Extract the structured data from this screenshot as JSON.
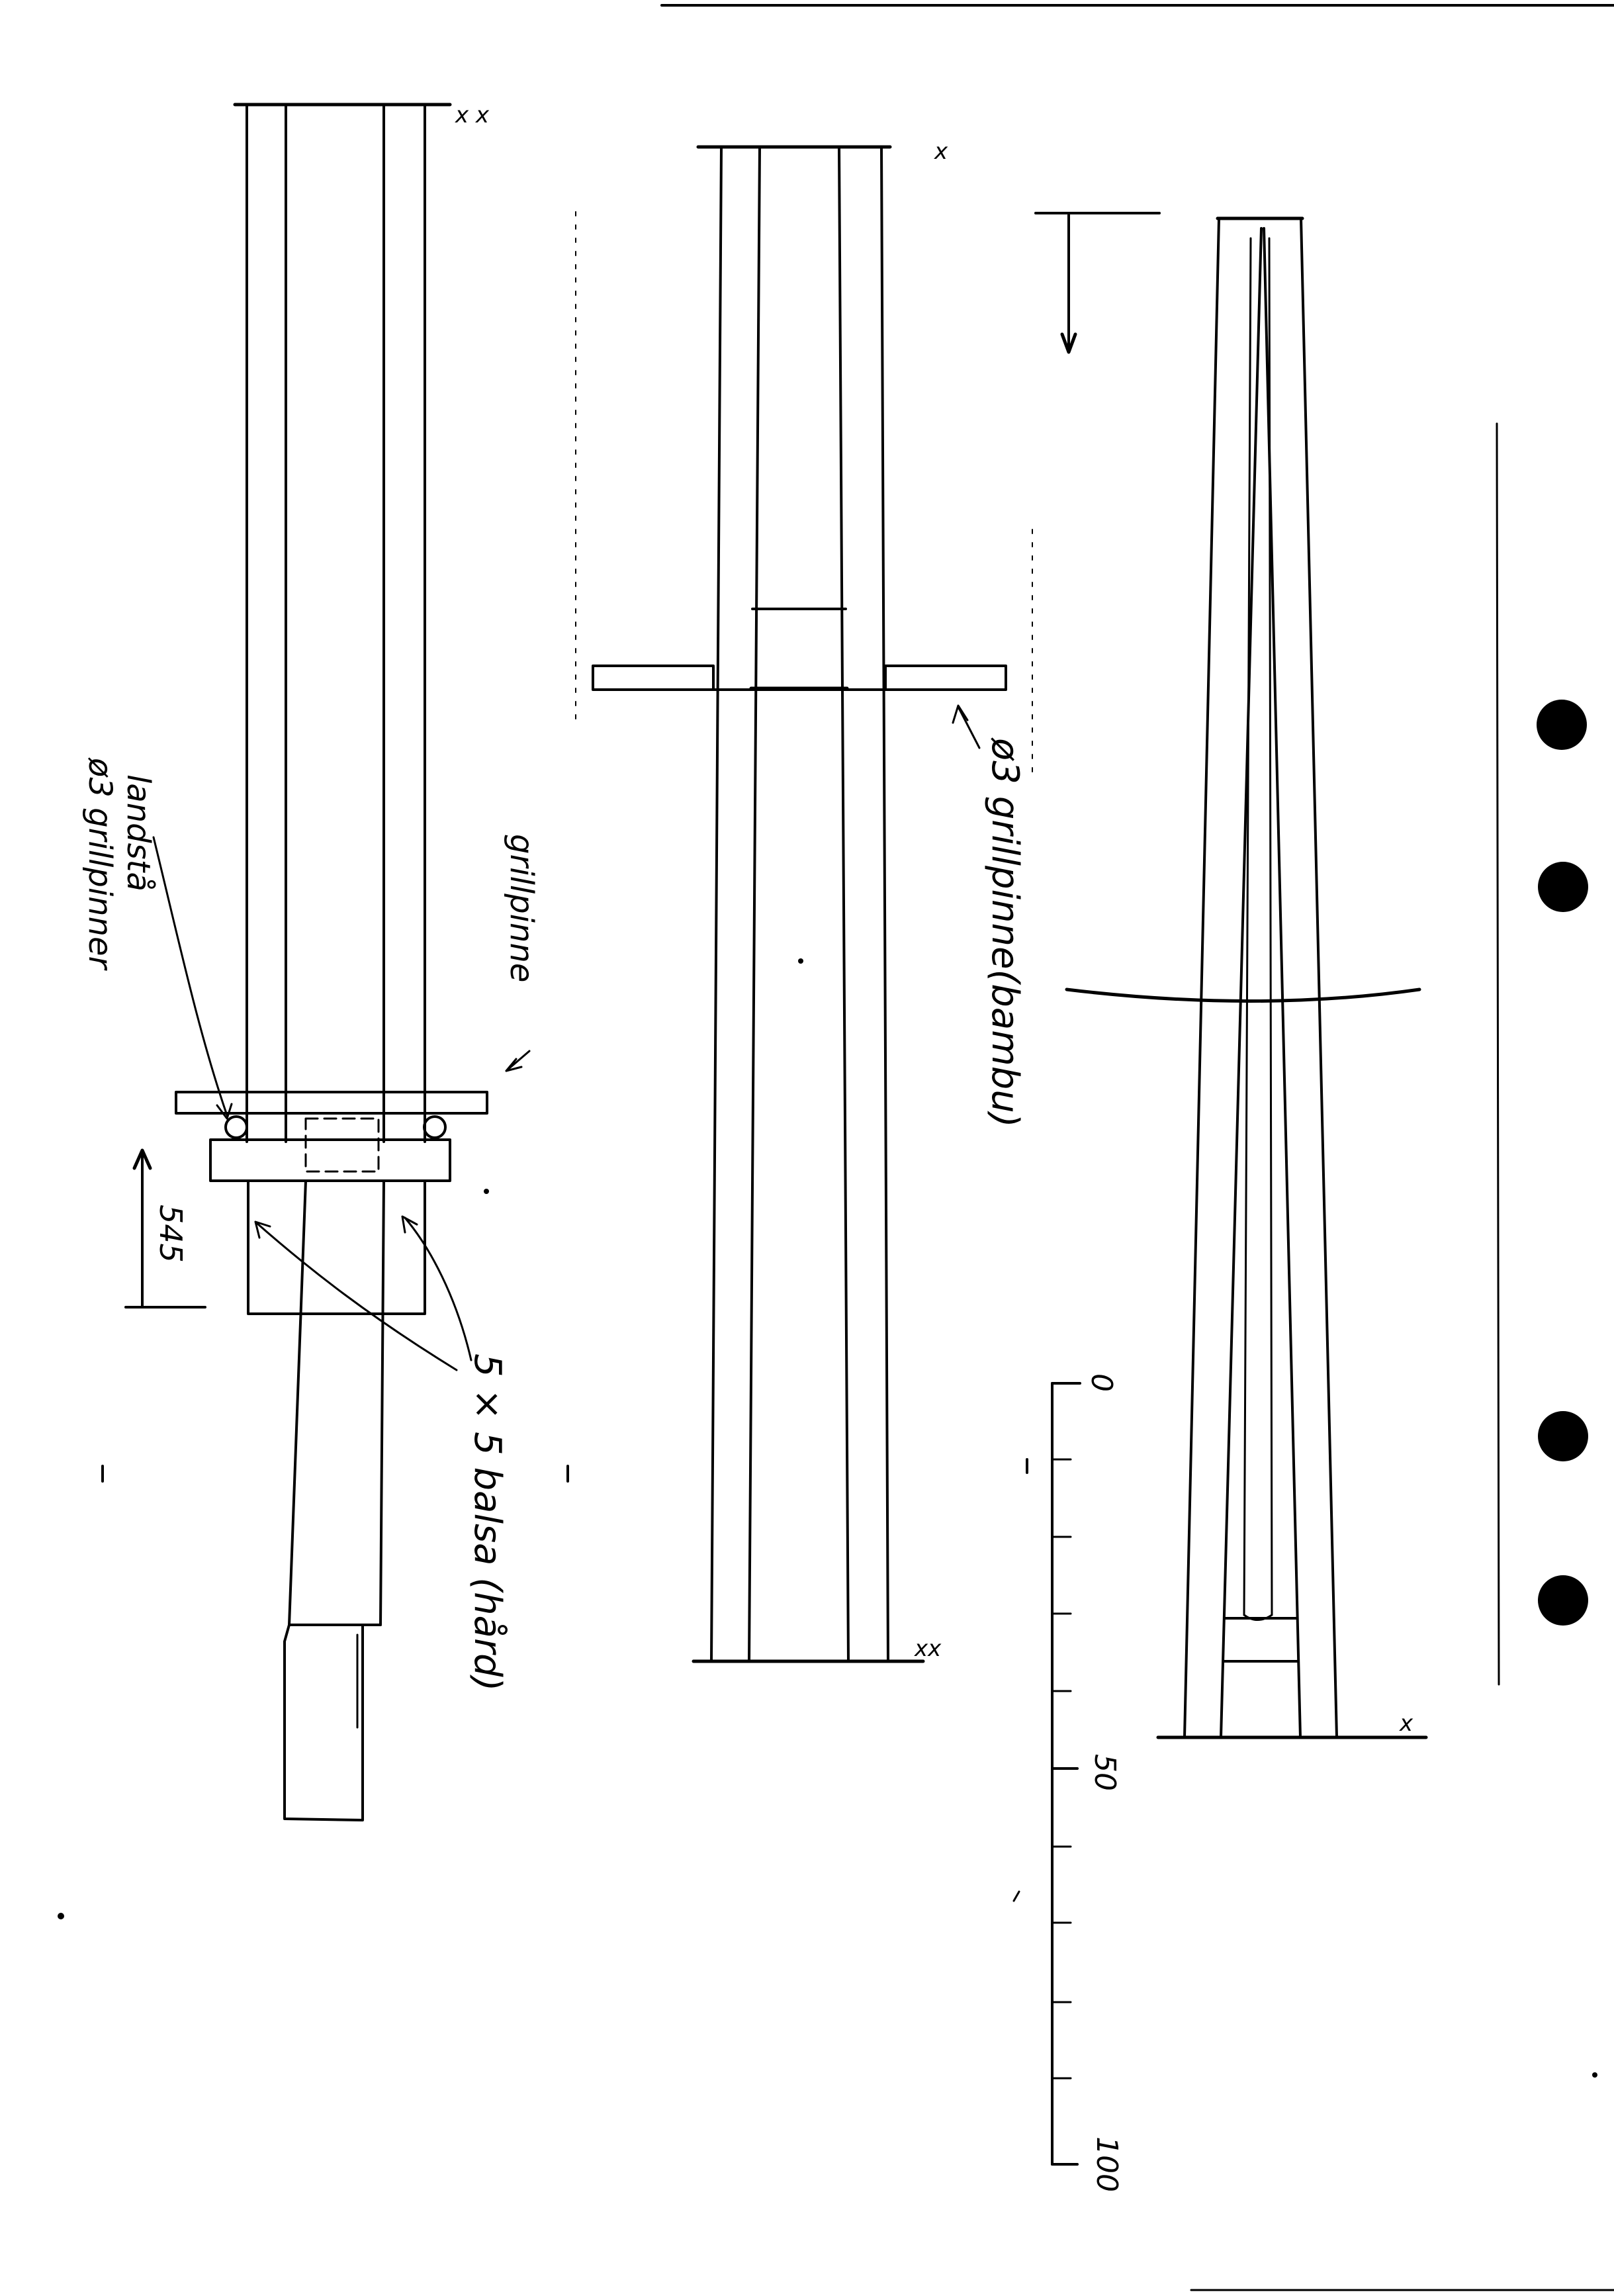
{
  "labels": {
    "landstall_line1": "landstå",
    "landstall_line2": "ø3 grillpinner",
    "grillpinne": "grillpinne",
    "dim_545": "545",
    "balsa": "5 × 5 balsa (hård)",
    "bamboo": "ø3 grillpinne(bambu)",
    "xx_top_left": "x x",
    "x_top_middle": "x",
    "xx_bottom_middle": "xx",
    "x_right": "x"
  },
  "scale": {
    "ticks": [
      "0",
      "50",
      "100"
    ]
  }
}
